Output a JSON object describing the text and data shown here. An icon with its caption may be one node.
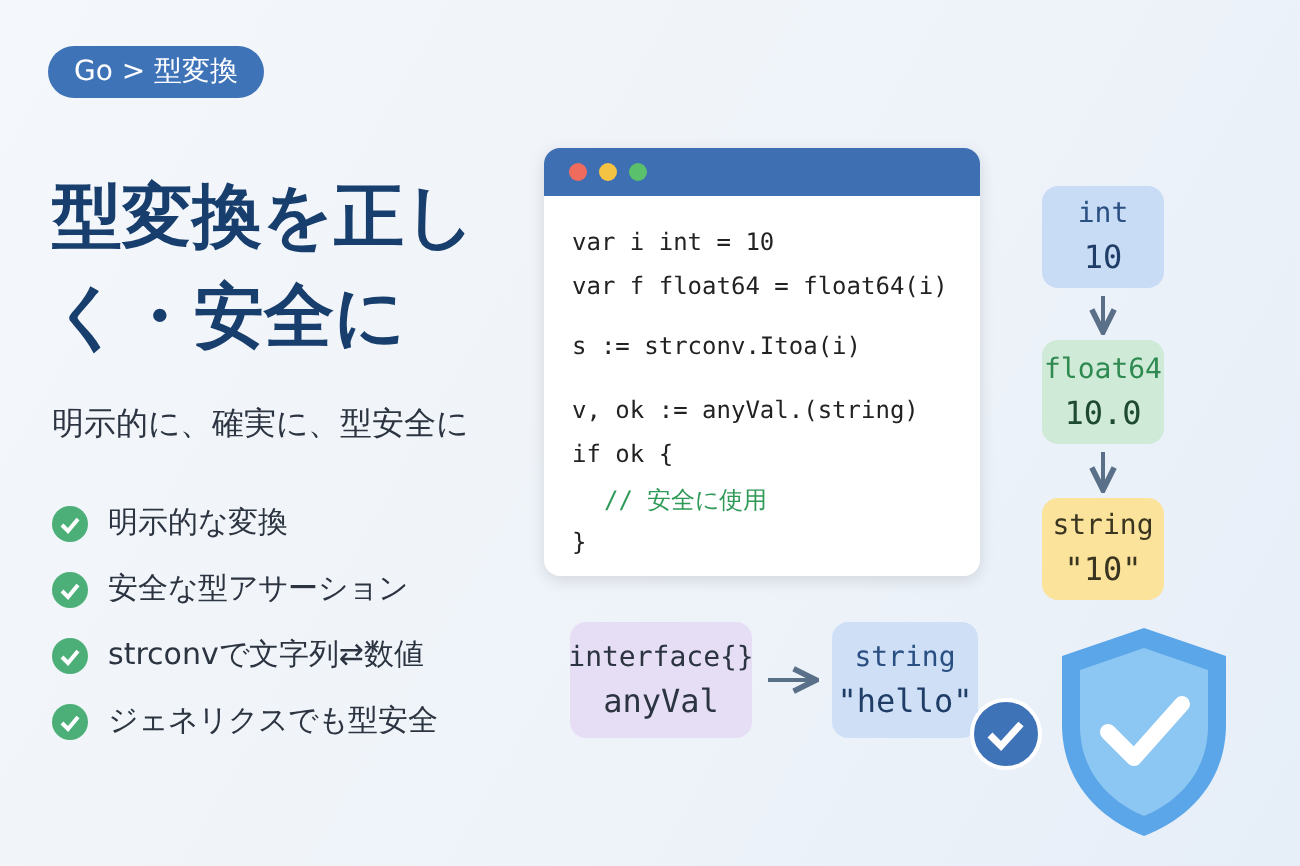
{
  "diagram": {
    "title": "型変換を正しく・安全に",
    "nodes": [
      {
        "text": [
          "var i int = 10",
          "var f float64 = float64(i)",
          "s := strconv.Itoa(i)",
          "v, ok := anyVal.(string)",
          "if ok {",
          "// 安全に使用",
          "}"
        ]
      },
      {
        "text": [
          "int",
          "10"
        ]
      },
      {
        "text": [
          "float64",
          "10.0"
        ]
      },
      {
        "text": [
          "string",
          "\"10\""
        ]
      },
      {
        "text": [
          "interface{}",
          "anyVal"
        ]
      },
      {
        "text": [
          "string",
          "\"hello\""
        ]
      }
    ],
    "edges": [
      {
        "from": 1,
        "to": 2,
        "arrow": "to"
      },
      {
        "from": 2,
        "to": 3,
        "arrow": "to"
      },
      {
        "from": 4,
        "to": 5,
        "arrow": "to"
      }
    ],
    "labels": [
      "Go > 型変換",
      "明示的に、確実に、型安全に",
      "明示的な変換",
      "安全な型アサーション",
      "strconvで文字列⇄数値",
      "ジェネリクスでも型安全"
    ]
  }
}
